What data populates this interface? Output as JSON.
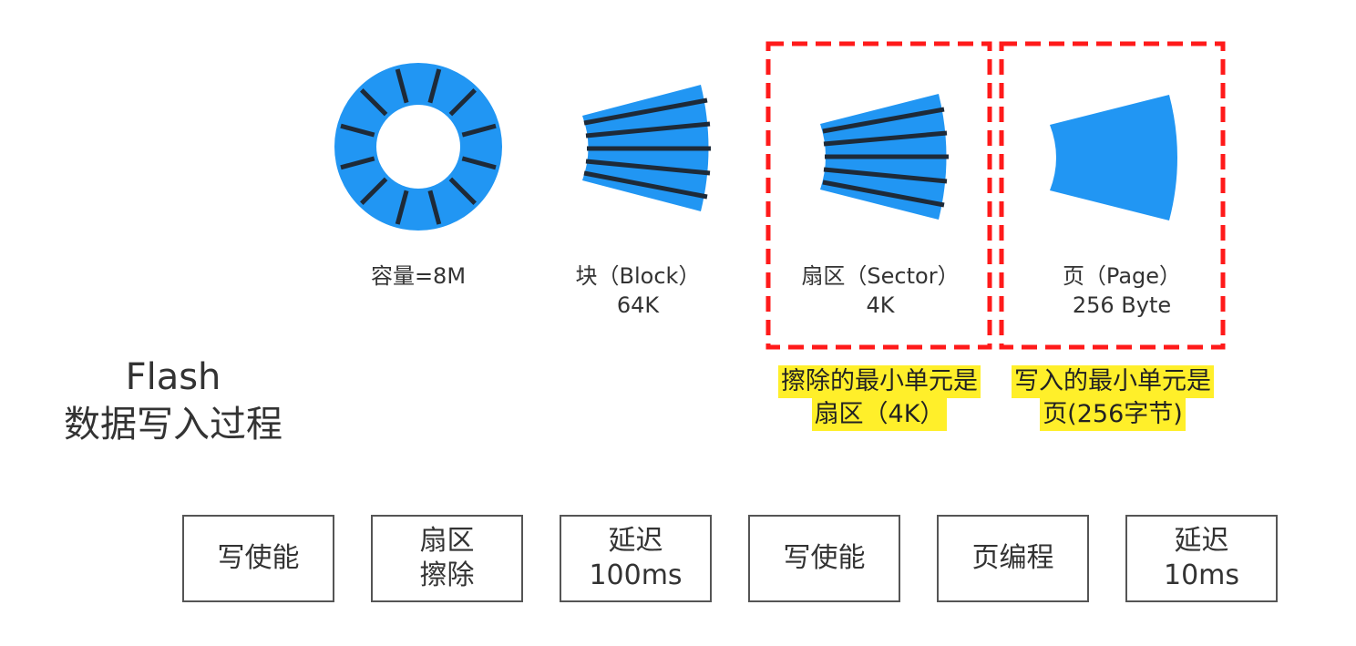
{
  "title": {
    "line1": "Flash",
    "line2": "数据写入过程"
  },
  "levels": [
    {
      "name": "容量=8M",
      "size": ""
    },
    {
      "name": "块（Block）",
      "size": "64K"
    },
    {
      "name": "扇区（Sector）",
      "size": "4K"
    },
    {
      "name": "页（Page）",
      "size": "256 Byte"
    }
  ],
  "notes": {
    "sector": [
      "擦除的最小单元是",
      "扇区（4K）"
    ],
    "page": [
      "写入的最小单元是",
      "页(256字节)"
    ]
  },
  "steps": [
    [
      "写使能"
    ],
    [
      "扇区",
      "擦除"
    ],
    [
      "延迟",
      "100ms"
    ],
    [
      "写使能"
    ],
    [
      "页编程"
    ],
    [
      "延迟",
      "10ms"
    ]
  ],
  "colors": {
    "shape_fill": "#2196f3",
    "divider_line": "#1e2a38",
    "highlight_border": "#ff1a1a",
    "note_highlight": "#ffef2a",
    "step_border": "#555555"
  }
}
